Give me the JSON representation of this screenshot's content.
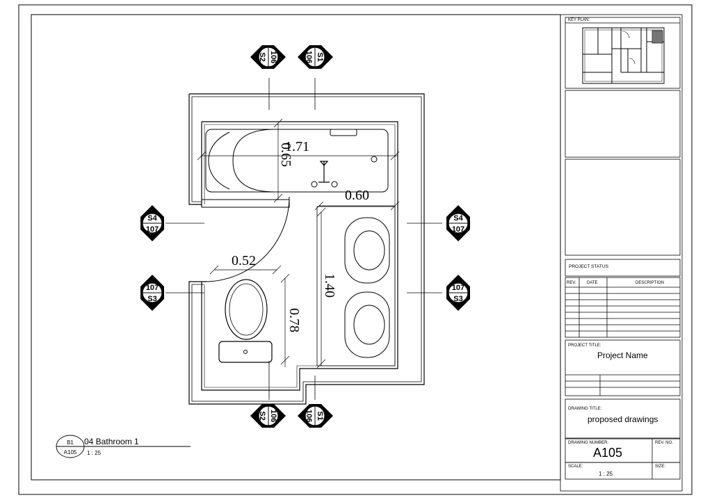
{
  "plan": {
    "dimensions": {
      "d171": "1.71",
      "d065": "0.65",
      "d060": "0.60",
      "d052": "0.52",
      "d140": "1.40",
      "d078": "0.78"
    },
    "section_markers": {
      "top_left": {
        "sheet": "106",
        "code": "S2"
      },
      "top_right": {
        "sheet": "106",
        "code": "S1"
      },
      "bottom_left": {
        "sheet": "106",
        "code": "S2"
      },
      "bottom_right": {
        "sheet": "106",
        "code": "S1"
      },
      "left_upper": {
        "code": "S4",
        "sheet": "107"
      },
      "right_upper": {
        "code": "S4",
        "sheet": "107"
      },
      "left_lower": {
        "sheet": "107",
        "code": "S3"
      },
      "right_lower": {
        "sheet": "107",
        "code": "S3"
      }
    },
    "view_title": {
      "ref_top": "B1",
      "ref_bottom": "A105",
      "name": "04 Bathroom 1",
      "scale": "1 : 25"
    }
  },
  "title_block": {
    "key_plan_label": "KEY PLAN:",
    "project_status_label": "PROJECT STATUS:",
    "status_columns": [
      "REV.",
      "DATE",
      "DESCRIPTION"
    ],
    "project_title_label": "PROJECT TITLE:",
    "project_name": "Project Name",
    "drawing_title_label": "DRAWING TITLE:",
    "drawing_title": "proposed drawings",
    "drawing_number_label": "DRAWING NUMBER:",
    "drawing_number": "A105",
    "rev_no_label": "REV. NO.",
    "scale_label": "SCALE:",
    "scale_value": "1 : 25",
    "size_label": "SIZE:"
  }
}
